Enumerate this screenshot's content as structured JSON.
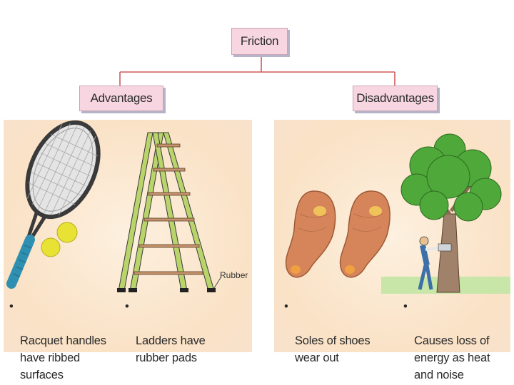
{
  "title": "Friction",
  "left_heading": "Advantages",
  "right_heading": "Disadvantages",
  "bullet": "•",
  "captions": {
    "racquet": "Racquet handles\nhave ribbed\nsurfaces",
    "ladder": "Ladders have\nrubber pads",
    "shoes": "Soles of shoes\nwear out",
    "energy": "Causes loss of\nenergy as heat\nand noise"
  },
  "rubber_label": "Rubber",
  "colors": {
    "box_fill": "#f7d6e2",
    "connector": "#d05a5a",
    "panel": "#fae2c6"
  }
}
